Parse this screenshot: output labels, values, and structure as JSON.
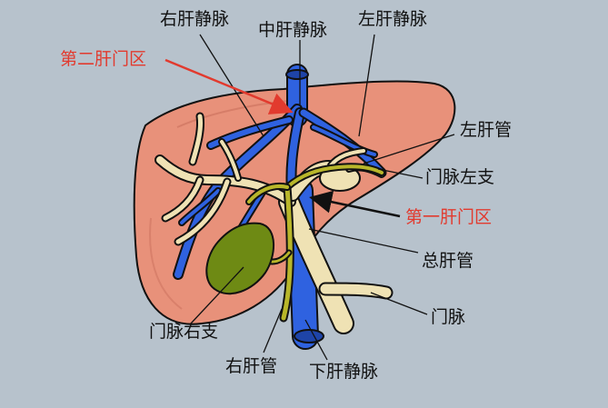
{
  "labels": {
    "right_hepatic_vein": "右肝静脉",
    "middle_hepatic_vein": "中肝静脉",
    "left_hepatic_vein": "左肝静脉",
    "second_porta": "第二肝门区",
    "left_hepatic_duct": "左肝管",
    "left_portal_branch": "门脉左支",
    "first_porta": "第一肝门区",
    "common_hepatic_duct": "总肝管",
    "portal_vein": "门脉",
    "right_portal_branch": "门脉右支",
    "right_hepatic_duct": "右肝管",
    "inferior_hepatic_vein": "下肝静脉"
  },
  "colors": {
    "background": "#b7c2cc",
    "liver": "#e8917a",
    "vein": "#2f62e0",
    "portal": "#efe2b4",
    "duct": "#b8b62a",
    "gallbladder": "#6e8a14",
    "highlight_red": "#e23a2e"
  }
}
